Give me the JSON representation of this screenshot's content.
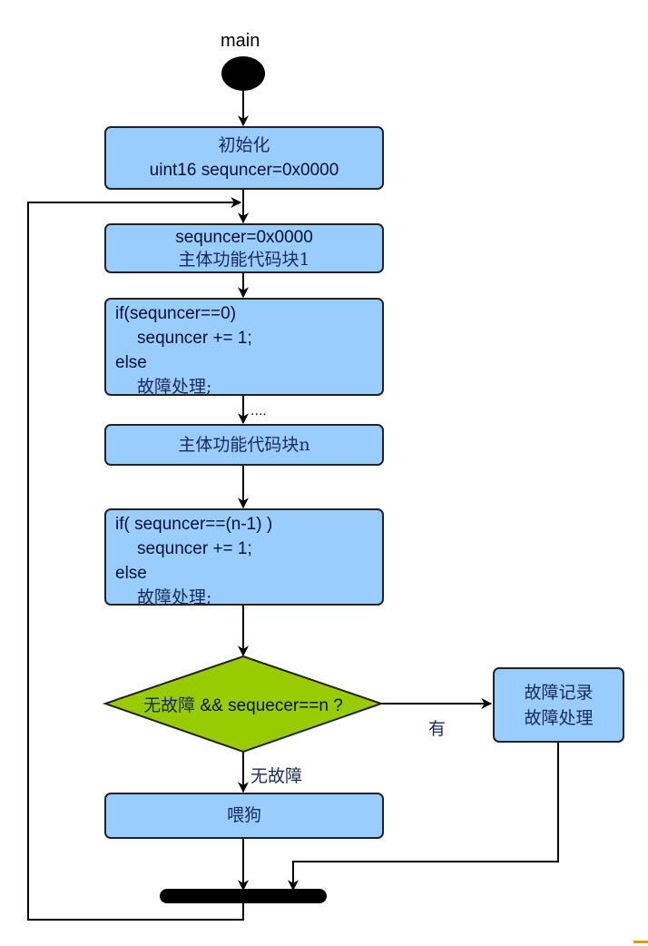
{
  "diagram": {
    "start_label": "main",
    "nodes": {
      "init": {
        "line1": "初始化",
        "line2": "uint16 sequncer=0x0000"
      },
      "block1": {
        "line1": "sequncer=0x0000",
        "line2": "主体功能代码块1"
      },
      "check1": {
        "line1": "if(sequncer==0)",
        "line2": "sequncer += 1;",
        "line3": "else",
        "line4": "故障处理;"
      },
      "ellipsis": "....",
      "blockn": {
        "line1": "主体功能代码块n"
      },
      "checkn": {
        "line1": "if( sequncer==(n-1) )",
        "line2": "sequncer += 1;",
        "line3": "else",
        "line4": "故障处理;"
      },
      "decision": {
        "text_zh": "无故障",
        "text_en": " && sequecer==n ?"
      },
      "fault": {
        "line1": "故障记录",
        "line2": "故障处理"
      },
      "feed": {
        "line1": "喂狗"
      }
    },
    "edges": {
      "yes_label": "有",
      "no_fault_label": "无故障"
    },
    "colors": {
      "process_fill": "#99ccff",
      "decision_fill": "#99cc00",
      "stroke": "#000000"
    }
  }
}
